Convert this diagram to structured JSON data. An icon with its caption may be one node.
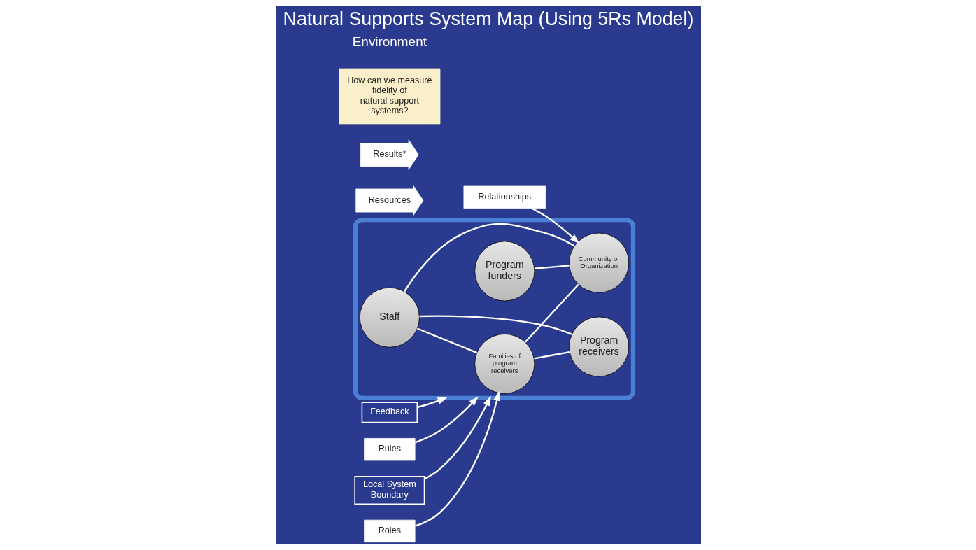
{
  "diagram": {
    "title": "Natural Supports System Map (Using 5Rs Model)",
    "nodes": [
      {
        "text": [],
        "shape": "ellipse"
      },
      {
        "text": [
          "Local System Boundary"
        ]
      },
      {
        "text": [
          "Roles"
        ]
      },
      {
        "text": [
          "Families of program receivers"
        ],
        "in": 0
      },
      {
        "text": [
          "Staff"
        ],
        "in": 0
      },
      {
        "text": [
          "Program funders"
        ],
        "in": 0
      },
      {
        "text": [
          "Community or Organization"
        ],
        "in": 0
      },
      {
        "text": [
          "Program receivers"
        ],
        "in": 0
      },
      {
        "text": [
          "Resources"
        ]
      },
      {
        "text": [
          "Results*"
        ]
      },
      {
        "text": [
          "How can we measure fidelity of natural support systems?"
        ]
      },
      {
        "text": [
          "Feedback"
        ]
      },
      {
        "text": [
          "Rules"
        ]
      },
      {
        "text": [
          "Relationships"
        ]
      }
    ],
    "edges": [
      {
        "from": 1,
        "to": 0,
        "arrow": "to"
      },
      {
        "from": 2,
        "to": 3,
        "arrow": "to"
      },
      {
        "from": 4,
        "to": 3,
        "arrow": "none"
      },
      {
        "from": 4,
        "to": 7,
        "arrow": "none"
      },
      {
        "from": 4,
        "to": 6,
        "arrow": "none"
      },
      {
        "from": 3,
        "to": 6,
        "arrow": "none"
      },
      {
        "from": 3,
        "to": 7,
        "arrow": "none"
      },
      {
        "from": 5,
        "to": 6,
        "arrow": "none"
      },
      {
        "from": 11,
        "to": 0,
        "arrow": "to"
      },
      {
        "from": 12,
        "to": 0,
        "arrow": "to"
      },
      {
        "from": 13,
        "to": 6,
        "arrow": "to"
      }
    ],
    "labels": [
      "Environment"
    ]
  }
}
